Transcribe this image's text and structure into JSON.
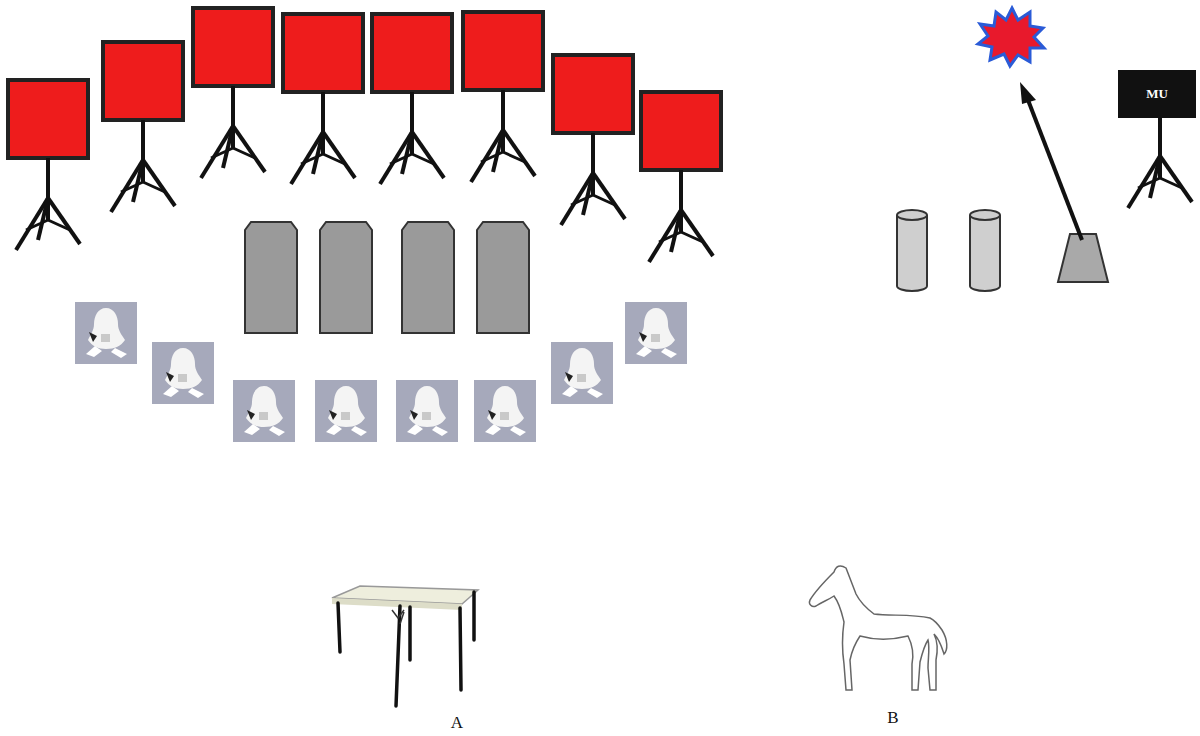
{
  "diagram": {
    "nodes": [
      {
        "text": [
          "MU"
        ]
      }
    ],
    "labels": [
      "A",
      "B"
    ]
  }
}
